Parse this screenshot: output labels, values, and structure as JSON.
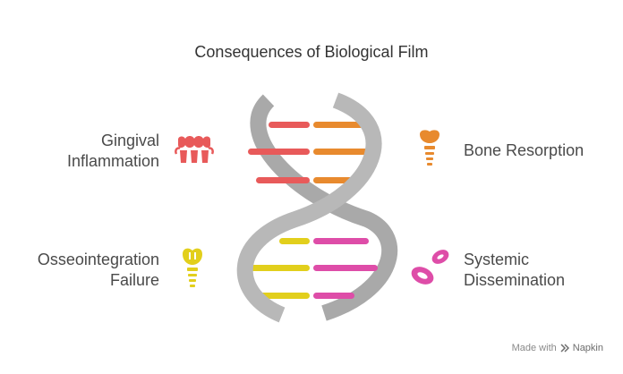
{
  "title": "Consequences of Biological Film",
  "items": [
    {
      "lines": [
        "Gingival",
        "Inflammation"
      ],
      "icon": "gum-inflammation-icon",
      "color": "#e85a5a"
    },
    {
      "lines": [
        "Bone Resorption"
      ],
      "icon": "tooth-implant-icon",
      "color": "#e88a2e"
    },
    {
      "lines": [
        "Osseointegration",
        "Failure"
      ],
      "icon": "implant-failure-icon",
      "color": "#e2cf1c"
    },
    {
      "lines": [
        "Systemic",
        "Dissemination"
      ],
      "icon": "blood-cells-icon",
      "color": "#de4da8"
    }
  ],
  "colors": {
    "helix": "#a9a9a9",
    "red": "#e85a5a",
    "orange": "#e88a2e",
    "yellow": "#e2cf1c",
    "pink": "#de4da8"
  },
  "footer": {
    "made_with": "Made with",
    "brand": "Napkin"
  }
}
